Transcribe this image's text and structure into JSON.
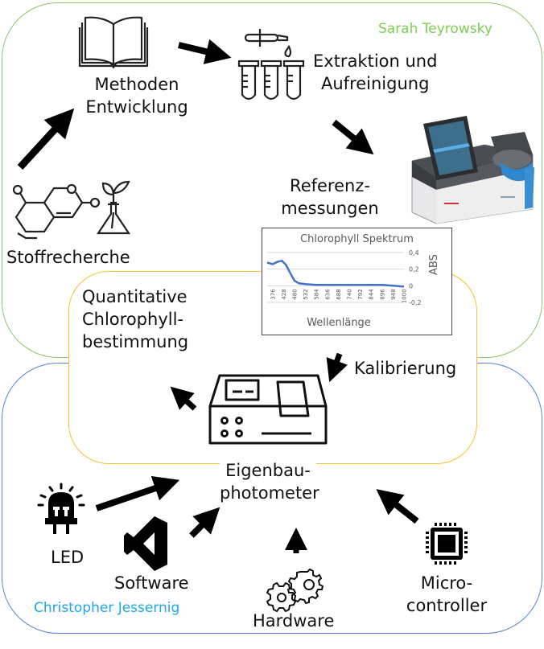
{
  "authors": {
    "sarah": {
      "name": "Sarah Teyrowsky",
      "color": "#7ccc55"
    },
    "christopher": {
      "name": "Christopher Jessernig",
      "color": "#1ea7e6"
    }
  },
  "nodes": {
    "methoden": {
      "line1": "Methoden",
      "line2": "Entwicklung",
      "icon": "book-icon"
    },
    "extraktion": {
      "line1": "Extraktion und",
      "line2": "Aufreinigung",
      "icon": "test-tubes-icon"
    },
    "referenz": {
      "line1": "Referenz-",
      "line2": "messungen",
      "icon": "spectrophotometer-image"
    },
    "stoff": {
      "line1": "Stoffrecherche",
      "icon": "molecule-plant-icon"
    },
    "quant": {
      "line1": "Quantitative",
      "line2": "Chlorophyll-",
      "line3": "bestimmung"
    },
    "kalibrierung": {
      "line1": "Kalibrierung"
    },
    "photometer": {
      "line1": "Eigenbau-",
      "line2": "photometer",
      "icon": "photometer-icon"
    },
    "led": {
      "line1": "LED",
      "icon": "led-icon"
    },
    "software": {
      "line1": "Software",
      "icon": "visual-studio-icon"
    },
    "hardware": {
      "line1": "Hardware",
      "icon": "gears-icon"
    },
    "micro": {
      "line1": "Micro-",
      "line2": "controller",
      "icon": "chip-icon"
    }
  },
  "colors": {
    "green": "#92c46a",
    "blue": "#5b84d1",
    "yellow": "#f4c430",
    "line": "#4472c4"
  },
  "chart_data": {
    "type": "line",
    "title": "Chlorophyll Spektrum",
    "xlabel": "Wellenlänge",
    "ylabel": "ABS",
    "x_ticks": [
      "376",
      "428",
      "480",
      "532",
      "584",
      "636",
      "688",
      "740",
      "792",
      "844",
      "896",
      "948",
      "1000"
    ],
    "y_ticks": [
      "0,4",
      "0,2",
      "0",
      "-0,2"
    ],
    "ylim": [
      -0.2,
      0.4
    ],
    "xlim": [
      350,
      1000
    ],
    "grid": true,
    "series": [
      {
        "name": "ABS",
        "x": [
          350,
          376,
          400,
          420,
          440,
          460,
          480,
          500,
          532,
          584,
          636,
          688,
          740,
          792,
          844,
          896,
          948,
          1000
        ],
        "y": [
          0.28,
          0.26,
          0.29,
          0.3,
          0.25,
          0.15,
          0.06,
          0.03,
          0.02,
          0.01,
          0.01,
          0.01,
          0.01,
          0.01,
          0.01,
          0.01,
          0.0,
          -0.01
        ]
      }
    ]
  }
}
